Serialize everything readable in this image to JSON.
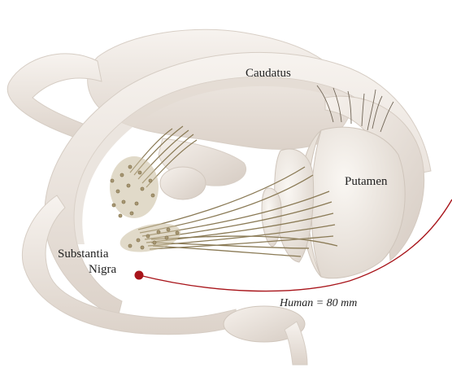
{
  "labels": {
    "caudatus": "Caudatus",
    "putamen": "Putamen",
    "substantia_line1": "Substantia",
    "substantia_line2": "Nigra",
    "scale": "Human = 80 mm"
  },
  "colors": {
    "tissue": "#efe9e3",
    "tissue_shade": "#ddd4cc",
    "fiber": "#8a7a55",
    "marker": "#a8141a"
  }
}
